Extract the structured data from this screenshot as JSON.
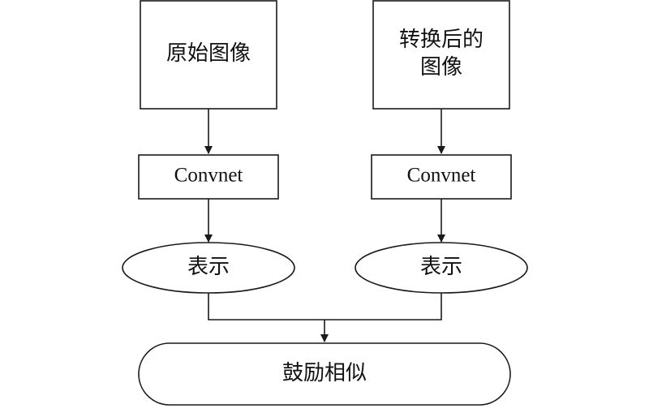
{
  "diagram": {
    "nodes": {
      "original_image": "原始图像",
      "transformed_image_line1": "转换后的",
      "transformed_image_line2": "图像",
      "convnet_left": "Convnet",
      "convnet_right": "Convnet",
      "representation_left": "表示",
      "representation_right": "表示",
      "encourage_similarity": "鼓励相似"
    }
  }
}
